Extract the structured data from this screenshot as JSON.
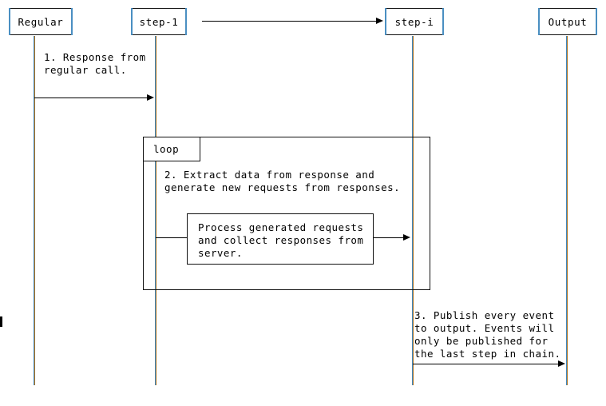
{
  "diagram": {
    "type": "sequence-diagram",
    "title": "",
    "participants": [
      {
        "id": "regular",
        "label": "Regular"
      },
      {
        "id": "step-1",
        "label": "step-1"
      },
      {
        "id": "step-i",
        "label": "step-i"
      },
      {
        "id": "output",
        "label": "Output"
      }
    ],
    "messages": [
      {
        "id": "m0",
        "from": "step-1",
        "to": "step-i",
        "label": "",
        "kind": "chain-continuation-arrow"
      },
      {
        "id": "m1",
        "from": "regular",
        "to": "step-1",
        "label": "1. Response from\nregular call.",
        "kind": "solid-arrow"
      },
      {
        "id": "m2",
        "from": "step-1",
        "to": "step-i",
        "label": "Process generated requests\nand collect responses from\nserver.",
        "kind": "solid-arrow-with-boxed-note"
      },
      {
        "id": "m3",
        "from": "step-i",
        "to": "output",
        "label": "3. Publish every event\nto output. Events will\nonly be published for\nthe last step in chain.",
        "kind": "solid-arrow"
      }
    ],
    "fragments": [
      {
        "id": "loop-1",
        "operator": "loop",
        "note": "2. Extract data from response and\ngenerate new requests from responses."
      }
    ],
    "colors": {
      "line": "#111111",
      "text": "#000000",
      "lifeline_left": "#3f86bd",
      "lifeline_right": "#b0731d",
      "background": "#ffffff"
    }
  }
}
